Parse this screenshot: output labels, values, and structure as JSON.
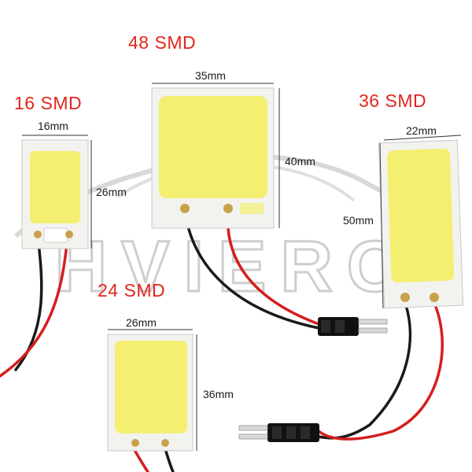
{
  "watermark": {
    "text": "HVIERO",
    "registered_mark": "®"
  },
  "panels": {
    "smd16": {
      "title": "16 SMD",
      "width_label": "16mm",
      "height_label": "26mm"
    },
    "smd48": {
      "title": "48 SMD",
      "width_label": "35mm",
      "height_label": "40mm"
    },
    "smd36": {
      "title": "36 SMD",
      "width_label": "22mm",
      "height_label": "50mm"
    },
    "smd24": {
      "title": "24 SMD",
      "width_label": "26mm",
      "height_label": "36mm"
    }
  },
  "colors": {
    "label_red": "#e0261c",
    "led_yellow": "#f4ef70",
    "board_white": "#f2f2ef",
    "wire_red": "#d41f1f",
    "wire_black": "#1a1a1a",
    "watermark_gray": "#c9c9c9"
  }
}
